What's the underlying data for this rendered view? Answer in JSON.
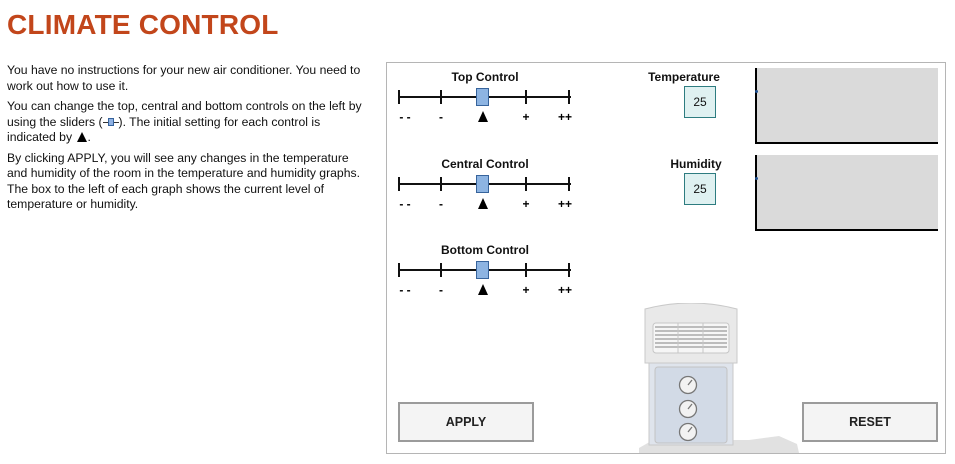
{
  "page": {
    "title": "CLIMATE CONTROL",
    "instructions": {
      "p1": "You have no instructions for your new air conditioner. You need to work out how to use it.",
      "p2_before": "You can change the top, central and bottom controls on the left by using the sliders (",
      "p2_middle": "). The initial setting for each control is indicated by",
      "p2_after": ".",
      "p3": "By clicking APPLY, you will see any changes in the temperature and humidity of the room in the temperature and humidity graphs. The box to the left of each graph shows the current level of temperature or humidity."
    }
  },
  "controls": [
    {
      "label": "Top Control",
      "ticks": [
        "- -",
        "-",
        "+",
        "++"
      ],
      "setting": 3,
      "of": 5
    },
    {
      "label": "Central Control",
      "ticks": [
        "- -",
        "-",
        "+",
        "++"
      ],
      "setting": 3,
      "of": 5
    },
    {
      "label": "Bottom Control",
      "ticks": [
        "- -",
        "-",
        "+",
        "++"
      ],
      "setting": 3,
      "of": 5
    }
  ],
  "readouts": {
    "temperature": {
      "label": "Temperature",
      "value": "25"
    },
    "humidity": {
      "label": "Humidity",
      "value": "25"
    }
  },
  "buttons": {
    "apply": "APPLY",
    "reset": "RESET"
  },
  "colors": {
    "title": "#c2461b",
    "slider_thumb": "#8db4e2",
    "readout_bg": "#dff1f1",
    "graph_bg": "#dadada"
  },
  "icons": [
    "slider-icon",
    "up-triangle-icon",
    "air-conditioner-icon",
    "dial-icon"
  ]
}
